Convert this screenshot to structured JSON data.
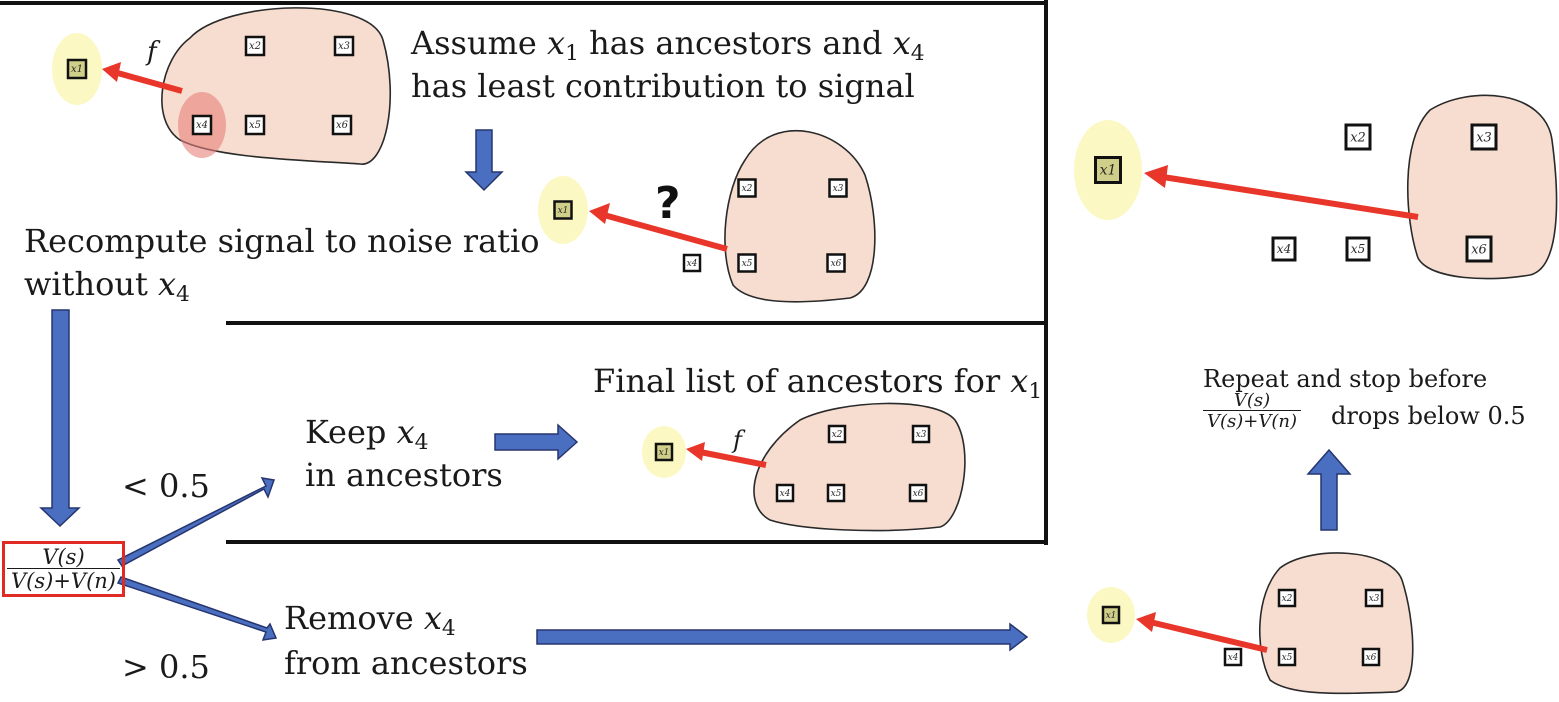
{
  "labels": {
    "f": "f",
    "x1": "x1",
    "x2": "x2",
    "x3": "x3",
    "x4": "x4",
    "x5": "x5",
    "x6": "x6",
    "question": "?"
  },
  "text": {
    "assume_a": "Assume",
    "assume_b": "has ancestors and",
    "assume_c": "has least contribution to signal",
    "recompute_a": "Recompute signal to noise ratio",
    "recompute_b": "without",
    "lt": "< 0.5",
    "gt": "> 0.5",
    "keep_a": "Keep",
    "keep_b": "in ancestors",
    "remove_a": "Remove",
    "remove_b": "from ancestors",
    "final_a": "Final list of ancestors for",
    "repeat_a": "Repeat and stop before",
    "repeat_b": "drops below 0.5",
    "frac_num": "V(s)",
    "frac_den": "V(s)+V(n)",
    "var_x": "x",
    "idx_1": "1",
    "idx_4": "4"
  },
  "colors": {
    "arrow_red": "#e8362a",
    "arrow_blue": "#4a6ec0",
    "arrow_blue_stroke": "#26356e",
    "blob_fill": "#f6ddd0",
    "highlight": "#fbf8c4",
    "highlight_red": "#e8807a",
    "frame": "#111111",
    "box_red": "#e02a24"
  }
}
